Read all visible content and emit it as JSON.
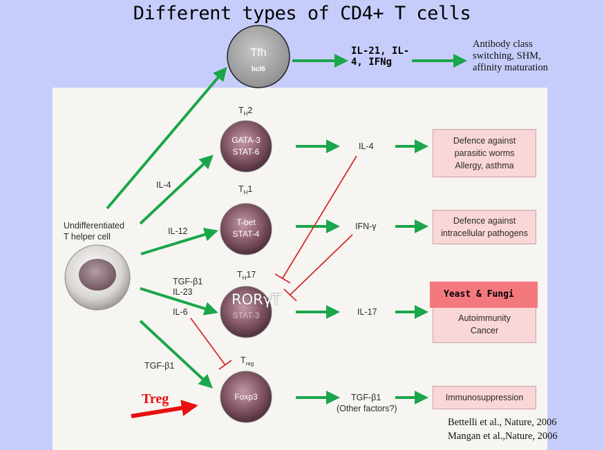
{
  "title": "Different types of CD4+ T cells",
  "tfh": {
    "name": "Tfh",
    "factor": "bcl6",
    "cytokines": "IL-21, IL-4, IFNg",
    "outcome": "Antibody class switching, SHM, affinity maturation"
  },
  "undifferentiated": {
    "line1": "Undifferentiated",
    "line2": "T helper cell"
  },
  "inputs": {
    "il4": "IL-4",
    "il12": "IL-12",
    "tgfb1_1": "TGF-β1",
    "il23": "IL-23",
    "il6": "IL-6",
    "tgfb1_2": "TGF-β1"
  },
  "th2": {
    "name": "T",
    "sub": "H",
    "suffix": "2",
    "tf1": "GATA-3",
    "tf2": "STAT-6",
    "cytokine": "IL-4",
    "outcome1": "Defence against",
    "outcome2": "parasitic worms",
    "outcome3": "Allergy, asthma"
  },
  "th1": {
    "name": "T",
    "sub": "H",
    "suffix": "1",
    "tf1": "T-bet",
    "tf2": "STAT-4",
    "cytokine": "IFN-γ",
    "outcome1": "Defence against",
    "outcome2": "intracellular pathogens"
  },
  "th17": {
    "name": "T",
    "sub": "H",
    "suffix": "17",
    "tf_overlay": "RORγT",
    "tf2": "STAT-3",
    "cytokine": "IL-17",
    "highlight": "Yeast & Fungi",
    "outcome1": "Autoimmunity",
    "outcome2": "Cancer"
  },
  "treg": {
    "name": "T",
    "sub": "reg",
    "tf1": "Foxp3",
    "cytokine1": "TGF-β1",
    "cytokine2": "(Other factors?)",
    "outcome": "Immunosuppression",
    "pointer_label": "Treg"
  },
  "citations": [
    "Bettelli et al., Nature, 2006",
    "Mangan et al.,Nature, 2006"
  ],
  "colors": {
    "arrow_green": "#1aa64a",
    "inhibit_red": "#d42a2a",
    "outcome_box": "#f9d6d8",
    "highlight_box": "#f4797f",
    "background": "#c7cdfa",
    "treg_arrow": "#e81010"
  }
}
